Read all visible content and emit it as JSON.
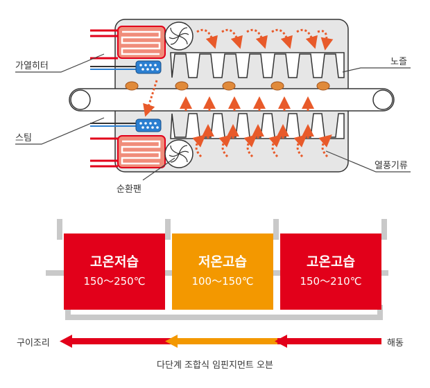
{
  "diagram": {
    "labels": {
      "heater": "가열히터",
      "steam": "스팀",
      "fan": "순환팬",
      "nozzle": "노즐",
      "airflow": "열풍기류"
    }
  },
  "stages": [
    {
      "title": "고온저습",
      "range": "150～250℃",
      "color": "#e2001a"
    },
    {
      "title": "저온고습",
      "range": "100～150℃",
      "color": "#f39800"
    },
    {
      "title": "고온고습",
      "range": "150～210℃",
      "color": "#e2001a"
    }
  ],
  "flow": {
    "left_label": "구이조리",
    "right_label": "해동",
    "caption": "다단계 조합식 임핀지먼트 오븐"
  },
  "colors": {
    "red": "#e2001a",
    "orange": "#f39800",
    "body": "#e7e7e7"
  }
}
